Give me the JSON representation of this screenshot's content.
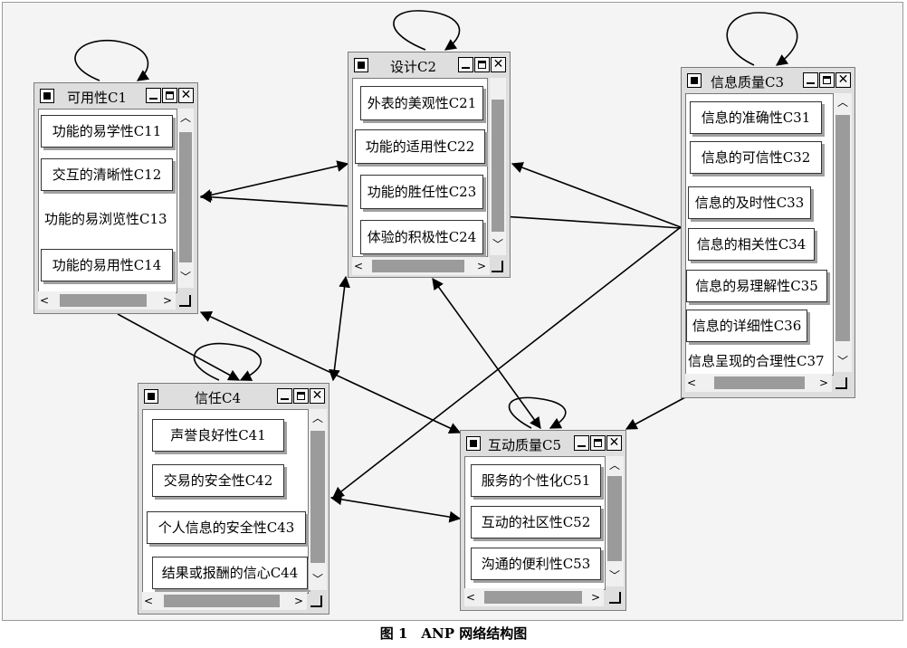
{
  "clusters": {
    "c1": {
      "title": "可用性C1",
      "items": [
        "功能的易学性C11",
        "交互的清晰性C12",
        "功能的易浏览性C13",
        "功能的易用性C14"
      ]
    },
    "c2": {
      "title": "设计C2",
      "items": [
        "外表的美观性C21",
        "功能的适用性C22",
        "功能的胜任性C23",
        "体验的积极性C24"
      ]
    },
    "c3": {
      "title": "信息质量C3",
      "items": [
        "信息的准确性C31",
        "信息的可信性C32",
        "信息的及时性C33",
        "信息的相关性C34",
        "信息的易理解性C35",
        "信息的详细性C36",
        "信息呈现的合理性C37"
      ]
    },
    "c4": {
      "title": "信任C4",
      "items": [
        "声誉良好性C41",
        "交易的安全性C42",
        "个人信息的安全性C43",
        "结果或报酬的信心C44"
      ]
    },
    "c5": {
      "title": "互动质量C5",
      "items": [
        "服务的个性化C51",
        "互动的社区性C52",
        "沟通的便利性C53"
      ]
    }
  },
  "window_controls": {
    "minimize": "minimize-icon",
    "maximize": "maximize-icon",
    "close": "✕"
  },
  "caption": "图 1　ANP 网络结构图"
}
